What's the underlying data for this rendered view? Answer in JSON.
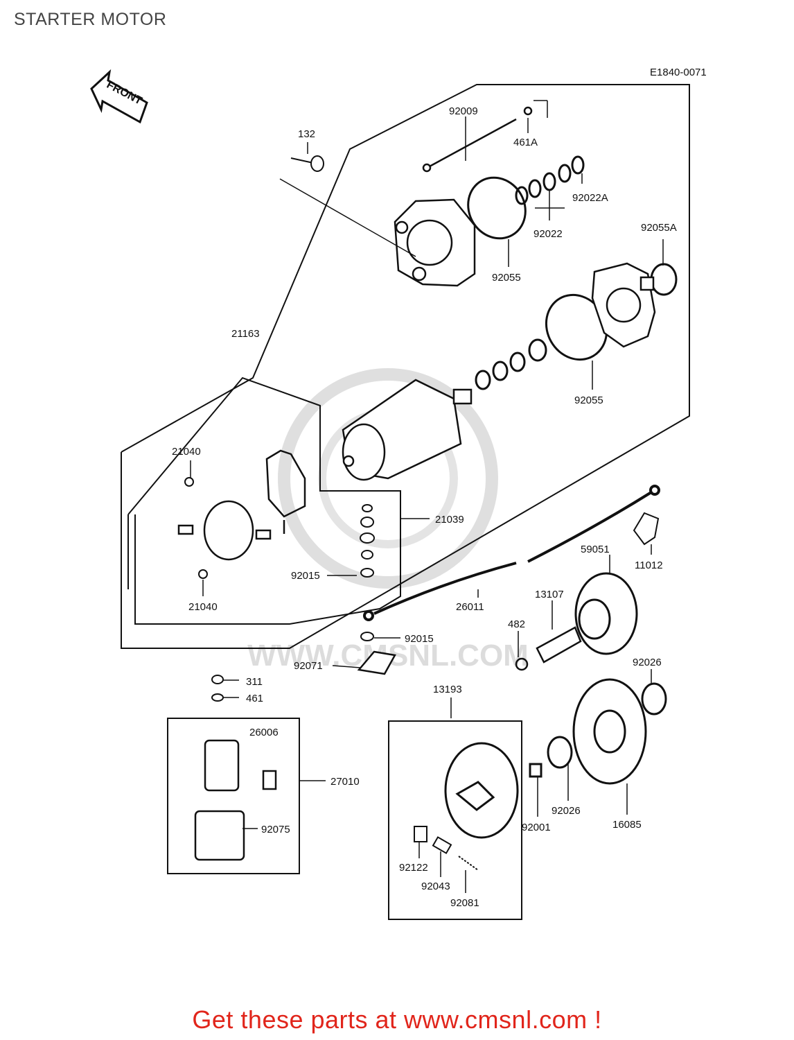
{
  "page_title": "STARTER MOTOR",
  "drawing_code": "E1840-0071",
  "front_label": "FRONT",
  "watermark_text": "WWW.CMSNL.COM",
  "footer_link": "Get these parts at www.cmsnl.com !",
  "colors": {
    "footer": "#e1251b",
    "lines": "#111111",
    "watermark": "#d9d9d9"
  },
  "parts": [
    {
      "id": "p-132",
      "label": "132"
    },
    {
      "id": "p-92009",
      "label": "92009"
    },
    {
      "id": "p-461A",
      "label": "461A"
    },
    {
      "id": "p-92022A",
      "label": "92022A"
    },
    {
      "id": "p-92022",
      "label": "92022"
    },
    {
      "id": "p-92055a",
      "label": "92055"
    },
    {
      "id": "p-92055A",
      "label": "92055A"
    },
    {
      "id": "p-21163",
      "label": "21163"
    },
    {
      "id": "p-92055b",
      "label": "92055"
    },
    {
      "id": "p-21040a",
      "label": "21040"
    },
    {
      "id": "p-21039",
      "label": "21039"
    },
    {
      "id": "p-92015a",
      "label": "92015"
    },
    {
      "id": "p-21040b",
      "label": "21040"
    },
    {
      "id": "p-59051",
      "label": "59051"
    },
    {
      "id": "p-11012",
      "label": "11012"
    },
    {
      "id": "p-13107",
      "label": "13107"
    },
    {
      "id": "p-26011",
      "label": "26011"
    },
    {
      "id": "p-482",
      "label": "482"
    },
    {
      "id": "p-92015b",
      "label": "92015"
    },
    {
      "id": "p-92071",
      "label": "92071"
    },
    {
      "id": "p-92026a",
      "label": "92026"
    },
    {
      "id": "p-311",
      "label": "311"
    },
    {
      "id": "p-461",
      "label": "461"
    },
    {
      "id": "p-13193",
      "label": "13193"
    },
    {
      "id": "p-26006",
      "label": "26006"
    },
    {
      "id": "p-27010",
      "label": "27010"
    },
    {
      "id": "p-92075",
      "label": "92075"
    },
    {
      "id": "p-92001",
      "label": "92001"
    },
    {
      "id": "p-92026b",
      "label": "92026"
    },
    {
      "id": "p-16085",
      "label": "16085"
    },
    {
      "id": "p-92122",
      "label": "92122"
    },
    {
      "id": "p-92043",
      "label": "92043"
    },
    {
      "id": "p-92081",
      "label": "92081"
    }
  ]
}
